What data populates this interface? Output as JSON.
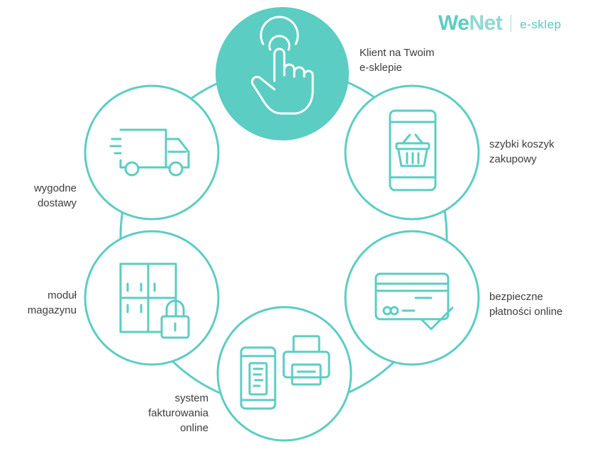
{
  "logo": {
    "brand_we": "We",
    "brand_net": "Net",
    "subtitle": "e-sklep"
  },
  "colors": {
    "accent": "#5ccdc3",
    "accent_dark": "#4fbfb5",
    "text": "#3d3d3d",
    "white": "#ffffff"
  },
  "nodes": [
    {
      "id": "client",
      "label": "Klient na Twoim\ne-sklepie",
      "icon": "pointing-hand-icon"
    },
    {
      "id": "cart",
      "label": "szybki koszyk\nzakupowy",
      "icon": "mobile-basket-icon"
    },
    {
      "id": "payments",
      "label": "bezpieczne\npłatności online",
      "icon": "credit-card-check-icon"
    },
    {
      "id": "invoicing",
      "label": "system\nfakturowania\nonline",
      "icon": "phone-printer-icon"
    },
    {
      "id": "warehouse",
      "label": "moduł\nmagazynu",
      "icon": "locker-lock-icon"
    },
    {
      "id": "delivery",
      "label": "wygodne\ndostawy",
      "icon": "delivery-truck-icon"
    }
  ]
}
